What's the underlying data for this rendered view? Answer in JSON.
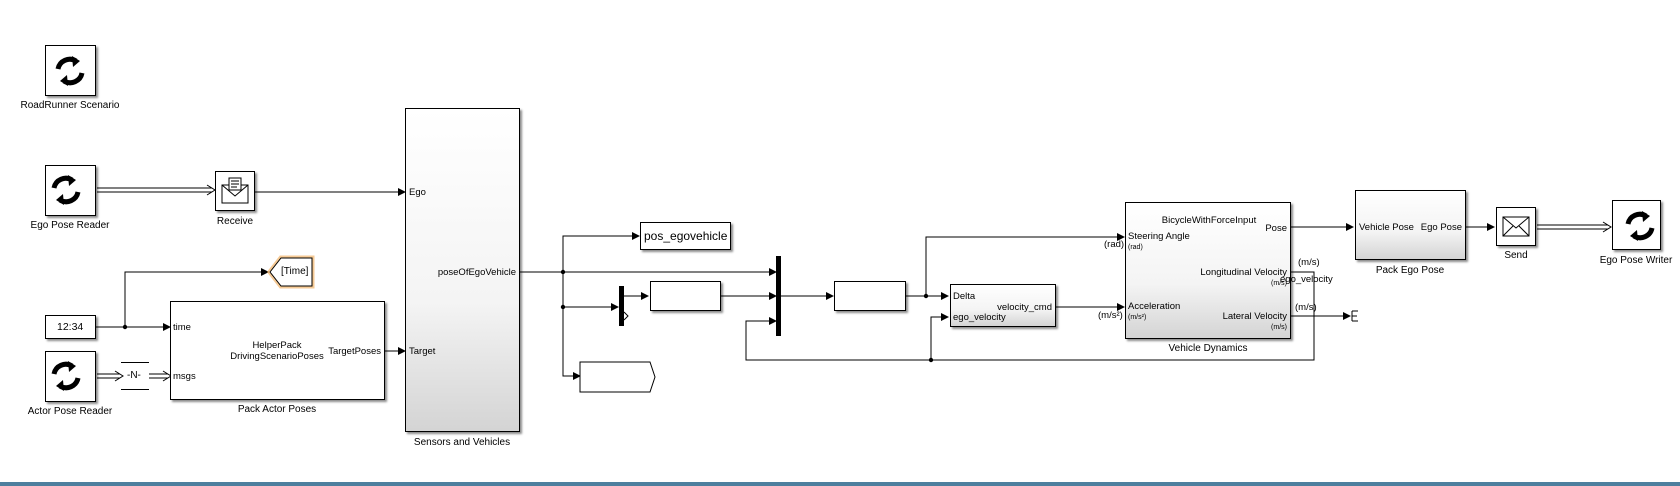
{
  "blocks": {
    "roadrunner": {
      "label": "RoadRunner Scenario"
    },
    "ego_pose_reader": {
      "label": "Ego Pose Reader"
    },
    "receive": {
      "label": "Receive"
    },
    "clock": {
      "value": "12:34"
    },
    "actor_pose_reader": {
      "label": "Actor Pose Reader"
    },
    "n_block": {
      "value": "-N-"
    },
    "time_goto": {
      "value": "[Time]"
    },
    "pack_actor_poses": {
      "label": "Pack Actor Poses",
      "title_line1": "HelperPack",
      "title_line2": "DrivingScenarioPoses",
      "in_time": "time",
      "in_msgs": "msgs",
      "out": "TargetPoses"
    },
    "sensors": {
      "label": "Sensors and Vehicles",
      "in_ego": "Ego",
      "in_target": "Target",
      "out": "poseOfEgoVehicle"
    },
    "pos_ego": {
      "value": "pos_egovehicle"
    },
    "vehicle_dynamics": {
      "label": "Vehicle Dynamics",
      "title": "BicycleWithForceInput",
      "in_steer": "Steering Angle",
      "in_steer_unit": "(rad)",
      "in_accel": "Acceleration",
      "in_accel_unit": "(m/s²)",
      "out_pose": "Pose",
      "out_long": "Longitudinal Velocity",
      "out_long_unit": "(m/s)",
      "out_lat": "Lateral Velocity",
      "out_lat_unit": "(m/s)"
    },
    "controller": {
      "in_delta": "Delta",
      "in_ego_velocity": "ego_velocity",
      "out": "velocity_cmd"
    },
    "pack_ego_pose": {
      "label": "Pack Ego Pose",
      "in": "Vehicle Pose",
      "out": "Ego Pose"
    },
    "send": {
      "label": "Send"
    },
    "ego_pose_writer": {
      "label": "Ego Pose Writer"
    }
  },
  "signals": {
    "steer_unit": "(rad)",
    "accel_unit": "(m/s²)",
    "long_unit": "(m/s)",
    "lat_unit": "(m/s)",
    "ego_velocity": "ego_velocity"
  }
}
